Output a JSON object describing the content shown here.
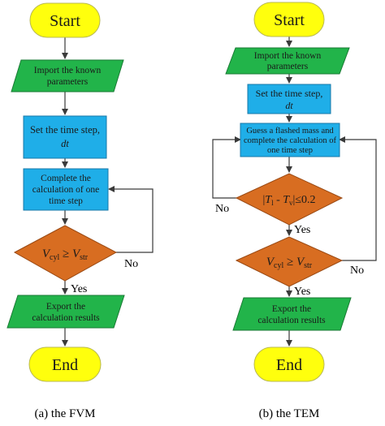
{
  "colors": {
    "terminal": "#ffff0d",
    "terminal_stroke": "#b8b850",
    "io": "#22b44a",
    "io_stroke": "#1a7a34",
    "process": "#1faee8",
    "process_stroke": "#1a78a8",
    "decision": "#d86d21",
    "decision_stroke": "#9a4a14",
    "edge": "#3a3a3a"
  },
  "fvm": {
    "start": "Start",
    "import_line1": "Import the known",
    "import_line2": "parameters",
    "set_step_line1": "Set the time step,",
    "set_step_line2": "dt",
    "complete_line1": "Complete the",
    "complete_line2": "calculation of one",
    "complete_line3": "time step",
    "cond_v1": "V",
    "cond_sub1": "cyl",
    "cond_op": " ≥ ",
    "cond_v2": "V",
    "cond_sub2": "str",
    "no_label": "No",
    "yes_label": "Yes",
    "export_line1": "Export the",
    "export_line2": "calculation results",
    "end": "End",
    "caption": "(a) the FVM"
  },
  "tem": {
    "start": "Start",
    "import_line1": "Import the known",
    "import_line2": "parameters",
    "set_step_line1": "Set the time step,",
    "set_step_line2": "dt",
    "guess_line1": "Guess a flashed mass and",
    "guess_line2": "complete the calculation of",
    "guess_line3": "one time step",
    "cond1_open": "|",
    "cond1_t1": "T",
    "cond1_sub1": "l",
    "cond1_minus": " - ",
    "cond1_t2": "T",
    "cond1_sub2": "v",
    "cond1_close": "|",
    "cond1_rest": "≤0.2",
    "no1_label": "No",
    "yes1_label": "Yes",
    "cond2_v1": "V",
    "cond2_sub1": "cyl",
    "cond2_op": " ≥ ",
    "cond2_v2": "V",
    "cond2_sub2": "str",
    "no2_label": "No",
    "yes2_label": "Yes",
    "export_line1": "Export the",
    "export_line2": "calculation results",
    "end": "End",
    "caption": "(b) the TEM"
  }
}
